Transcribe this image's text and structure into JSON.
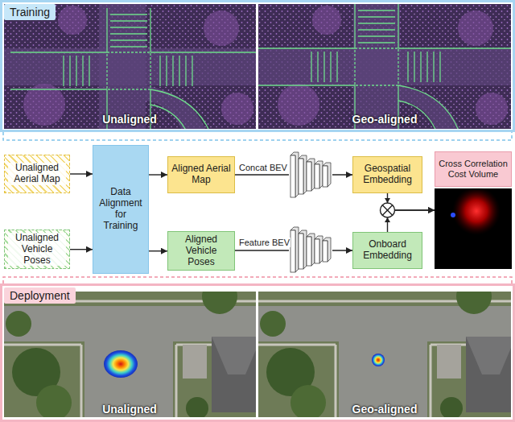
{
  "diagram": {
    "nodes": [
      {
        "text": [
          "Training"
        ]
      },
      {
        "text": [
          "Unaligned Aerial Map"
        ]
      },
      {
        "text": [
          "Unaligned Vehicle Poses"
        ]
      },
      {
        "text": [
          "Data Alignment for Training"
        ]
      },
      {
        "text": [
          "Aligned Aerial Map"
        ]
      },
      {
        "text": [
          "Aligned Vehicle Poses"
        ]
      },
      {
        "text": [
          "Geospatial Embedding"
        ]
      },
      {
        "text": [
          "Onboard Embedding"
        ]
      },
      {
        "text": [
          "Cross Correlation Cost Volume"
        ]
      },
      {
        "text": [
          "Deployment"
        ]
      }
    ],
    "edges": [
      {
        "from": 1,
        "to": 3,
        "arrow": "to"
      },
      {
        "from": 2,
        "to": 3,
        "arrow": "to"
      },
      {
        "from": 3,
        "to": 4,
        "arrow": "to"
      },
      {
        "from": 3,
        "to": 5,
        "arrow": "to"
      },
      {
        "from": 4,
        "to": 6,
        "arrow": "to",
        "label": "Concat BEV"
      },
      {
        "from": 5,
        "to": 7,
        "arrow": "to",
        "label": "Feature BEV"
      },
      {
        "from": 6,
        "to": 8,
        "arrow": "to"
      },
      {
        "from": 7,
        "to": 8,
        "arrow": "to"
      }
    ],
    "labels": [
      "Unaligned",
      "Geo-aligned",
      "Unaligned",
      "Geo-aligned"
    ]
  }
}
